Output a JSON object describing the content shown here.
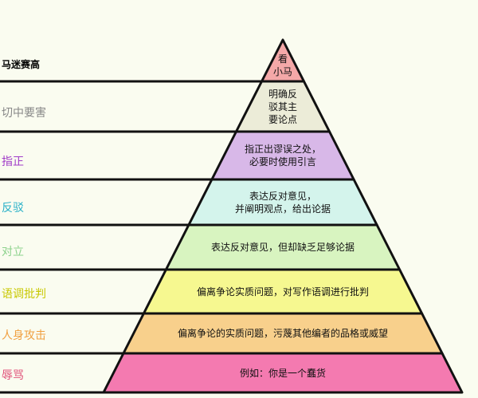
{
  "pyramid": {
    "levels": [
      {
        "label": "马迷赛高",
        "label_color": "#000000",
        "fill": "#f4a8a8",
        "text": "看\n小马"
      },
      {
        "label": "切中要害",
        "label_color": "#888888",
        "fill": "#ececd8",
        "text": "明确反\n驳其主\n要论点"
      },
      {
        "label": "指正",
        "label_color": "#a03cc8",
        "fill": "#d8b8e8",
        "text": "指正出谬误之处，\n必要时使用引言"
      },
      {
        "label": "反驳",
        "label_color": "#28b0c8",
        "fill": "#d4f4ec",
        "text": "表达反对意见，\n并阐明观点，给出论据"
      },
      {
        "label": "对立",
        "label_color": "#8cd28c",
        "fill": "#d8f4c0",
        "text": "表达反对意见，但却缺乏足够论据"
      },
      {
        "label": "语调批判",
        "label_color": "#c8c800",
        "fill": "#f6f890",
        "text": "偏离争论实质问题，对写作语调进行批判"
      },
      {
        "label": "人身攻击",
        "label_color": "#f0a040",
        "fill": "#f8d08c",
        "text": "偏离争论的实质问题，污蔑其他编者的品格或威望"
      },
      {
        "label": "辱骂",
        "label_color": "#e05078",
        "fill": "#f47ab0",
        "text": "例如：你是一个蠢货"
      }
    ]
  }
}
